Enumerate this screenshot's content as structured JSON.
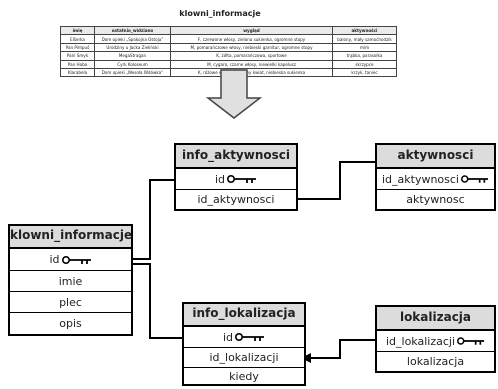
{
  "reference_table": {
    "title": "klowni_informacje",
    "headers": [
      "imię",
      "ostatnio_widziano",
      "wygląd",
      "aktywności"
    ],
    "rows": [
      [
        "Elšerka",
        "Dom opieki „Spokojna Ostoja”",
        "F, czerwone włosy, zielona sukienka, ogromne stopy",
        "balony, mały samochodzik"
      ],
      [
        "Pan Pimpuś",
        "Urodziny u Jacka Zieliński",
        "M, pomarańczowe włosy, niebieski garnitur, ogromne stopy",
        "mim"
      ],
      [
        "Pani Smyk",
        "MegaStragan",
        "K, żółta, pomarańczowa, sportowe",
        "trąbka, parasolka"
      ],
      [
        "Pan Hobo",
        "Cyrk Koloseum",
        "M, cygaro, czarne włosy, niewielki kapelusz",
        "skrzypce"
      ],
      [
        "Klarabela",
        "Dom opieki „Wesoła Wdówka”",
        "K, różowe włosy, ogromny kwiat, niebieska sukienka",
        "krzyk, taniec"
      ]
    ]
  },
  "entities": {
    "info_aktywnosci": {
      "title": "info_aktywnosci",
      "fields": [
        "id",
        "id_aktywnosci"
      ]
    },
    "aktywnosci": {
      "title": "aktywnosci",
      "fields": [
        "id_aktywnosci",
        "aktywnosc"
      ]
    },
    "klowni_informacje": {
      "title": "klowni_informacje",
      "fields": [
        "id",
        "imie",
        "plec",
        "opis"
      ]
    },
    "info_lokalizacja": {
      "title": "info_lokalizacja",
      "fields": [
        "id",
        "id_lokalizacji",
        "kiedy"
      ]
    },
    "lokalizacja": {
      "title": "lokalizacja",
      "fields": [
        "id_lokalizacji",
        "lokalizacja"
      ]
    }
  },
  "colors": {
    "header_fill": "#dcdcdc",
    "line": "#000000",
    "arrow_fill": "#e0e0e0"
  },
  "icons": {
    "primary_key": "key-icon"
  }
}
